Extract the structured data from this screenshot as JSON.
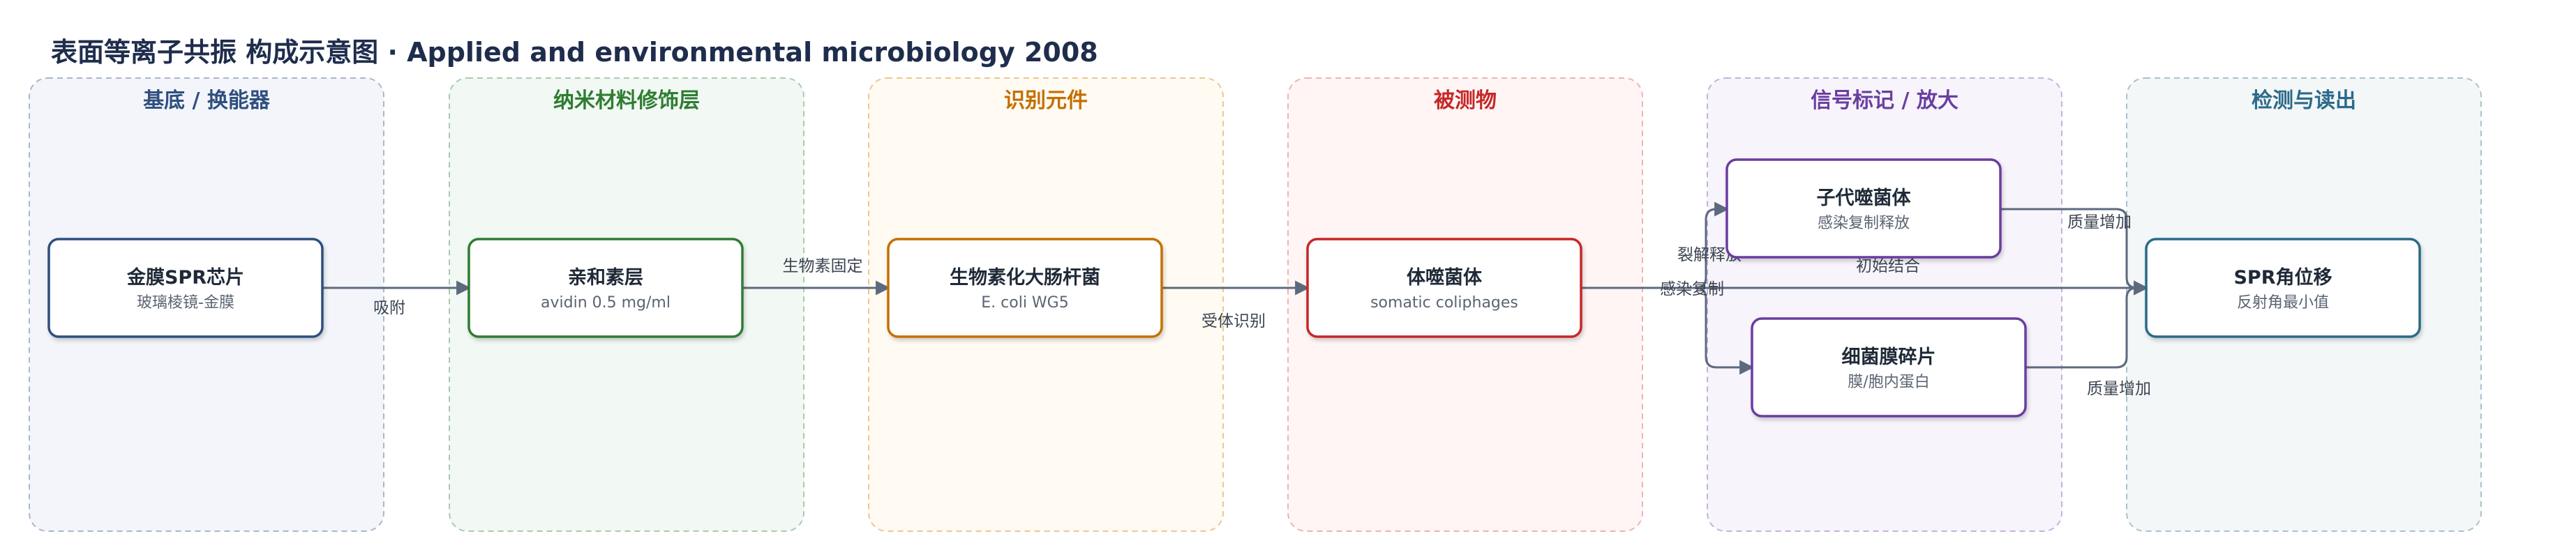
{
  "title": "表面等离子共振 构成示意图 · Applied and environmental microbiology 2008",
  "lanes": [
    {
      "id": "substrate",
      "label": "基底 / 换能器",
      "color": "#2f4f7f",
      "bg": "#f3f5fa",
      "border": "#aab6cc"
    },
    {
      "id": "nano",
      "label": "纳米材料修饰层",
      "color": "#2e7d32",
      "bg": "#f2f8f3",
      "border": "#a9cbb0"
    },
    {
      "id": "recognition",
      "label": "识别元件",
      "color": "#c46f00",
      "bg": "#fffaf2",
      "border": "#ecc890"
    },
    {
      "id": "analyte",
      "label": "被测物",
      "color": "#c62828",
      "bg": "#fff5f5",
      "border": "#eeb3b3"
    },
    {
      "id": "signal",
      "label": "信号标记 / 放大",
      "color": "#6a3ea1",
      "bg": "#f7f4fb",
      "border": "#c4b2dd"
    },
    {
      "id": "readout",
      "label": "检测与读出",
      "color": "#2c6a8a",
      "bg": "#f3f7f8",
      "border": "#a9c2cc"
    }
  ],
  "nodes": [
    {
      "id": "chip",
      "title": "金膜SPR芯片",
      "subtitle": "玻璃棱镜-金膜",
      "border": "#2f4f7f"
    },
    {
      "id": "avidin",
      "title": "亲和素层",
      "subtitle": "avidin 0.5 mg/ml",
      "border": "#2e7d32"
    },
    {
      "id": "ecoli",
      "title": "生物素化大肠杆菌",
      "subtitle": "E. coli WG5",
      "border": "#c46f00"
    },
    {
      "id": "phage",
      "title": "体噬菌体",
      "subtitle": "somatic coliphages",
      "border": "#c62828"
    },
    {
      "id": "progeny",
      "title": "子代噬菌体",
      "subtitle": "感染复制释放",
      "border": "#6a3ea1"
    },
    {
      "id": "debris",
      "title": "细菌膜碎片",
      "subtitle": "膜/胞内蛋白",
      "border": "#6a3ea1"
    },
    {
      "id": "spr",
      "title": "SPR角位移",
      "subtitle": "反射角最小值",
      "border": "#2c6a8a"
    }
  ],
  "edges": [
    {
      "id": "chip-avidin",
      "label": "吸附"
    },
    {
      "id": "avidin-ecoli",
      "label": "生物素固定"
    },
    {
      "id": "ecoli-phage",
      "label": "受体识别"
    },
    {
      "id": "phage-spr",
      "label": "初始结合"
    },
    {
      "id": "phage-progeny",
      "label": "裂解释放"
    },
    {
      "id": "phage-debris",
      "label": "感染复制"
    },
    {
      "id": "progeny-spr",
      "label": "质量增加"
    },
    {
      "id": "debris-spr",
      "label": "质量增加"
    }
  ]
}
